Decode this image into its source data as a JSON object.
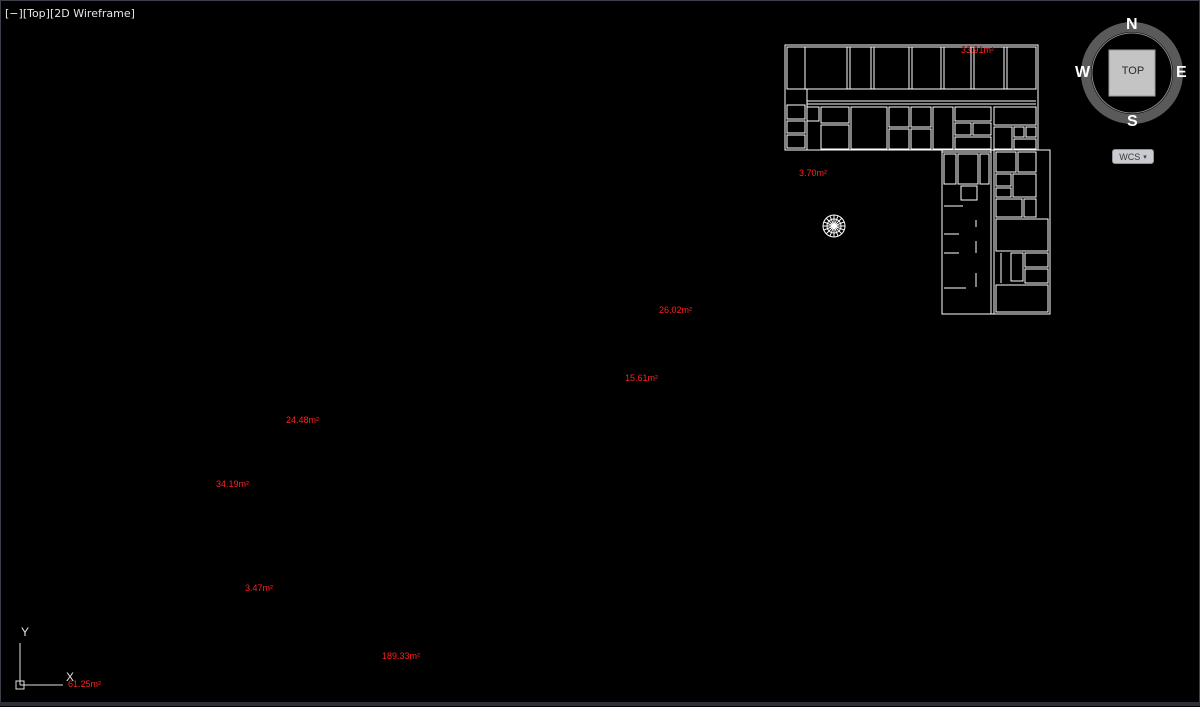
{
  "viewport": {
    "controls": {
      "minimize_label": "[−]",
      "view_label": "[Top]",
      "style_label": "[2D Wireframe]"
    }
  },
  "area_labels": [
    "33.91m²",
    "3.70m²",
    "26.02m²",
    "15.61m²",
    "24.48m²",
    "34.19m²",
    "3.47m²",
    "189.33m²",
    "61.25m²"
  ],
  "viewcube": {
    "north": "N",
    "south": "S",
    "east": "E",
    "west": "W",
    "face": "TOP",
    "coordinate_system": "WCS"
  },
  "ucs_icon": {
    "x_label": "X",
    "y_label": "Y"
  },
  "colors": {
    "background": "#000000",
    "linework": "#ffffff",
    "area_text": "#ff2020",
    "viewcube_ring": "#6e6e6e",
    "viewcube_face": "#c8c8c8"
  }
}
